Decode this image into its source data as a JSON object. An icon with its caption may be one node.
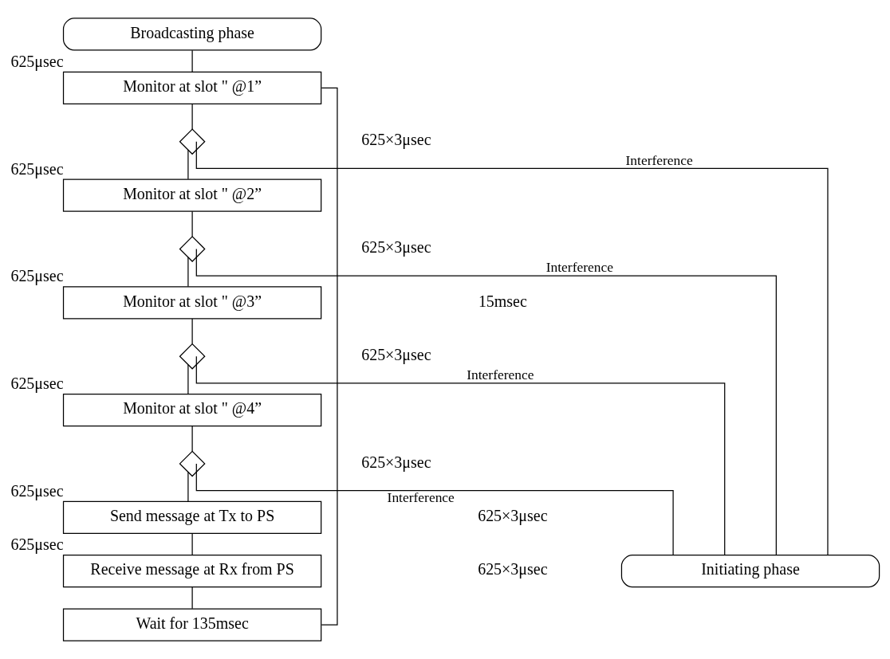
{
  "diagram": {
    "nodes": [
      {
        "text": [
          "Broadcasting phase"
        ]
      },
      {
        "text": [
          "Monitor at slot \" @1”"
        ],
        "beside": [
          "625μsec"
        ]
      },
      {
        "text": [],
        "shape": "diamond"
      },
      {
        "text": [
          "Monitor at slot \" @2”"
        ],
        "beside": [
          "625μsec"
        ]
      },
      {
        "text": [],
        "shape": "diamond"
      },
      {
        "text": [
          "Monitor at slot \" @3”"
        ],
        "beside": [
          "625μsec"
        ]
      },
      {
        "text": [],
        "shape": "diamond"
      },
      {
        "text": [
          "Monitor at slot \" @4”"
        ],
        "beside": [
          "625μsec"
        ]
      },
      {
        "text": [],
        "shape": "diamond"
      },
      {
        "text": [
          "Send message at Tx to PS"
        ],
        "beside": [
          "625μsec"
        ]
      },
      {
        "text": [
          "Receive message at Rx from PS"
        ],
        "beside": [
          "625μsec"
        ]
      },
      {
        "text": [
          "Wait for 135msec"
        ]
      },
      {
        "text": [
          "Initiating phase"
        ]
      }
    ],
    "edges": [
      {
        "from": 0,
        "to": 1,
        "arrow": "none"
      },
      {
        "from": 1,
        "to": 2,
        "arrow": "none"
      },
      {
        "from": 2,
        "to": 3,
        "arrow": "none"
      },
      {
        "from": 2,
        "to": 12,
        "arrow": "none",
        "label": "Interference"
      },
      {
        "from": 3,
        "to": 4,
        "arrow": "none"
      },
      {
        "from": 4,
        "to": 5,
        "arrow": "none"
      },
      {
        "from": 4,
        "to": 12,
        "arrow": "none",
        "label": "Interference"
      },
      {
        "from": 5,
        "to": 6,
        "arrow": "none"
      },
      {
        "from": 6,
        "to": 7,
        "arrow": "none"
      },
      {
        "from": 6,
        "to": 12,
        "arrow": "none",
        "label": "Interference"
      },
      {
        "from": 7,
        "to": 8,
        "arrow": "none"
      },
      {
        "from": 8,
        "to": 9,
        "arrow": "none"
      },
      {
        "from": 8,
        "to": 12,
        "arrow": "none",
        "label": "Interference"
      },
      {
        "from": 9,
        "to": 10,
        "arrow": "none"
      },
      {
        "from": 10,
        "to": 11,
        "arrow": "none"
      },
      {
        "from": 11,
        "to": 1,
        "arrow": "none"
      }
    ],
    "labels": [
      "625×3μsec",
      "625×3μsec",
      "625×3μsec",
      "625×3μsec",
      "625×3μsec",
      "625×3μsec",
      "15msec"
    ]
  }
}
